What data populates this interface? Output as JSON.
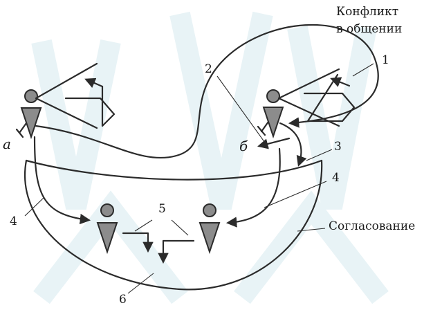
{
  "labels": {
    "conflict_line1": "Конфликт",
    "conflict_line2": "в общении",
    "agreement": "Согласование",
    "person_a": "а",
    "person_b": "б",
    "n1": "1",
    "n2": "2",
    "n3": "3",
    "n4_left": "4",
    "n4_right": "4",
    "n5": "5",
    "n6": "6"
  },
  "colors": {
    "figure_fill": "#8c8c8c",
    "stroke": "#2b2b2b",
    "watermark": "#e8f3f6"
  }
}
